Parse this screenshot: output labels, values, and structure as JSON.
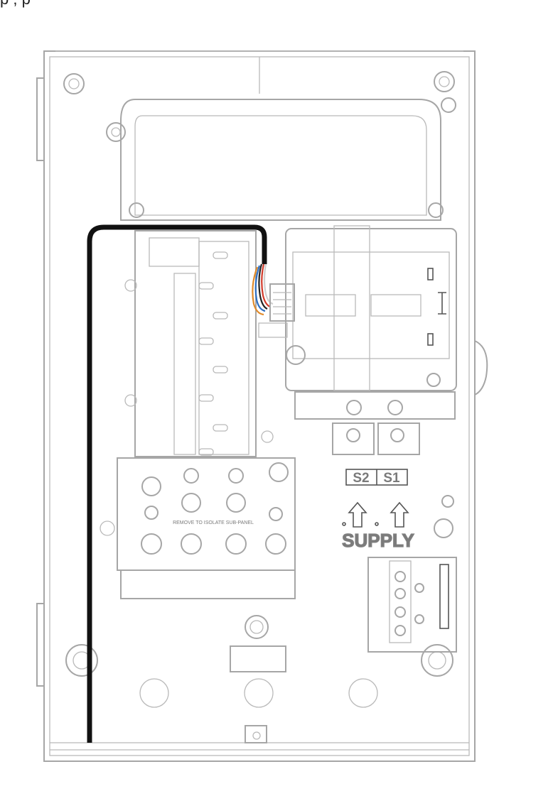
{
  "caption": "p                   ,             p",
  "labels": {
    "terminal_s2": "S2",
    "terminal_s1": "S1",
    "supply": "SUPPLY",
    "isolate_note": "REMOVE TO ISOLATE SUB-PANEL"
  },
  "colors": {
    "outline": "#a6a6a6",
    "cable": "#111111",
    "wire_red": "#d23a2a",
    "wire_orange": "#e08a2a",
    "wire_blue": "#2f6fc0",
    "wire_white": "#cfcfcf",
    "wire_black": "#222222"
  }
}
